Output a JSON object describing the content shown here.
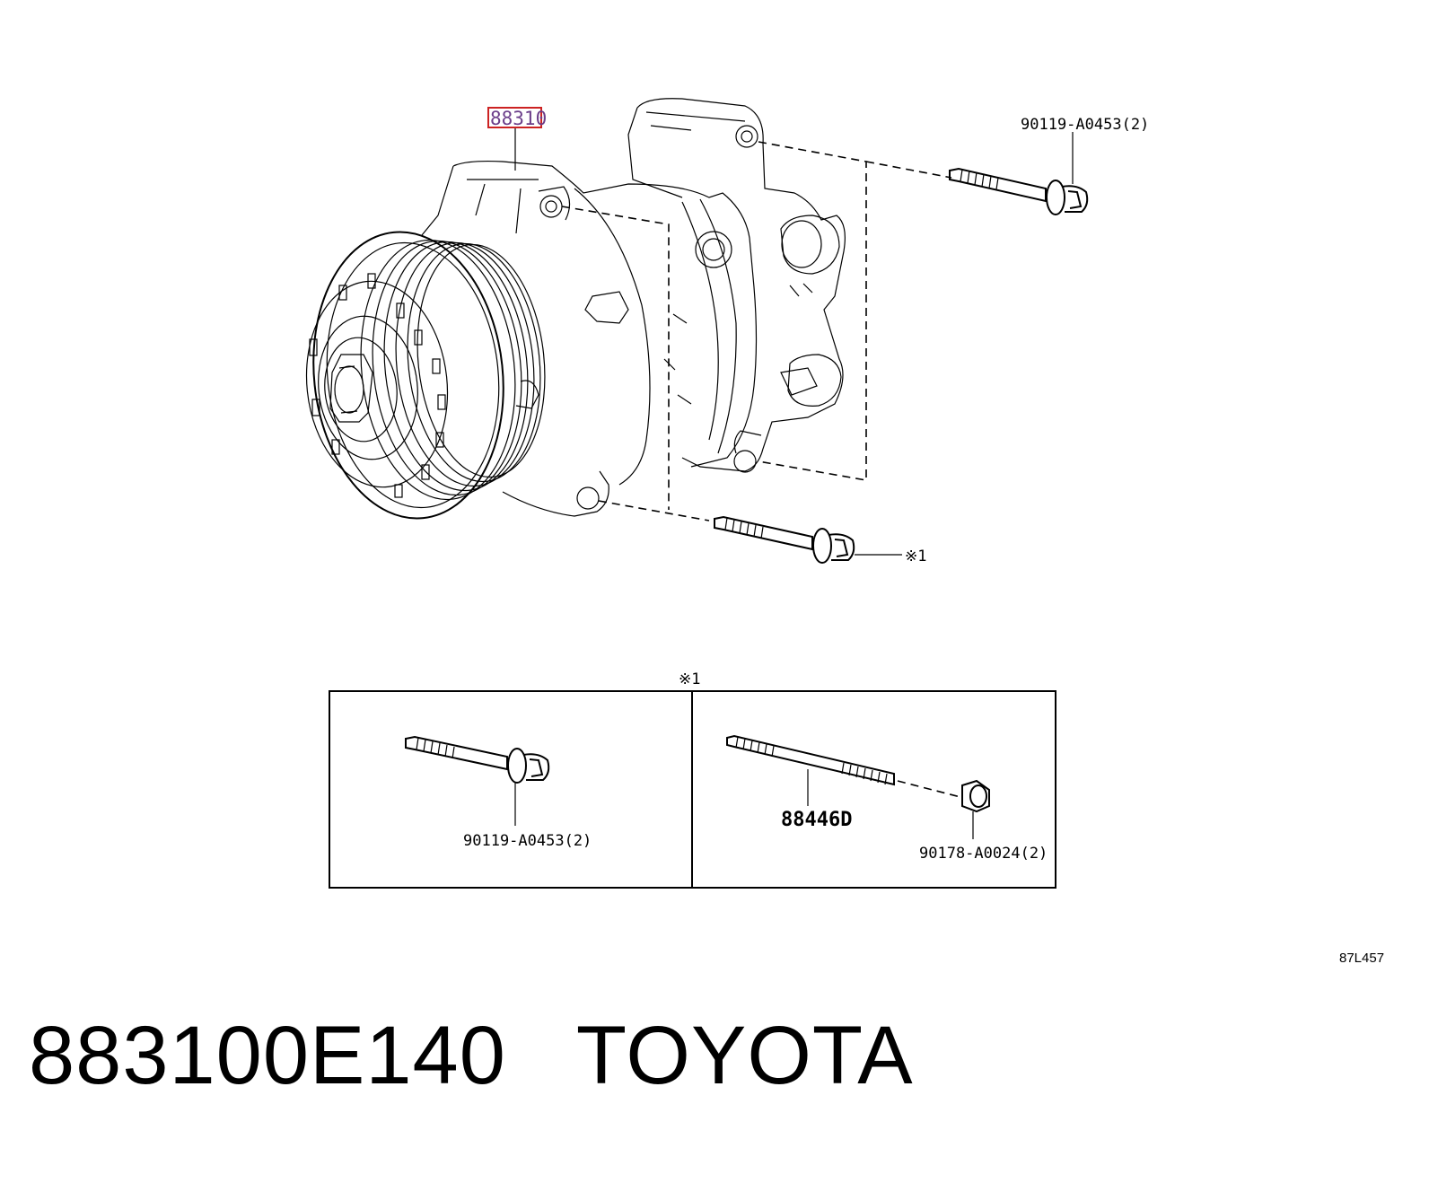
{
  "callouts": {
    "compressor": "88310",
    "bolt_upper": "90119-A0453(2)",
    "note_ref_main": "※1",
    "inset_header": "※1",
    "inset_bolt": "90119-A0453(2)",
    "inset_stud": "88446D",
    "inset_nut": "90178-A0024(2)"
  },
  "diagram_code": "87L457",
  "caption": {
    "part_number": "883100E140",
    "brand": "TOYOTA"
  },
  "colors": {
    "line": "#000000",
    "highlight_box": "#cc2222",
    "highlight_text": "#6b3e8a"
  }
}
